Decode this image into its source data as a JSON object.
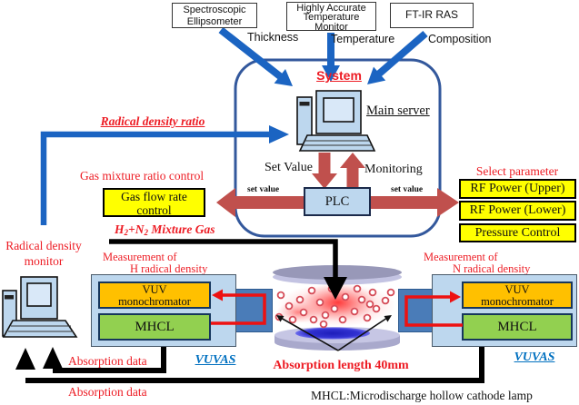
{
  "instruments": {
    "ellipsometer": {
      "line1": "Spectroscopic",
      "line2": "Ellipsometer",
      "output": "Thickness"
    },
    "temperature": {
      "line1": "Highly Accurate",
      "line2": "Temperature",
      "line3": "Monitor",
      "output": "Temperature"
    },
    "ftir": {
      "label": "FT-IR RAS",
      "output": "Composition"
    }
  },
  "system": {
    "title": "System",
    "main_server": "Main server",
    "set_value": "Set Value",
    "monitoring": "Monitoring",
    "set_value_small_left": "set value",
    "set_value_small_right": "set value",
    "plc": "PLC"
  },
  "feedback": {
    "label": "Radical density ratio"
  },
  "gas": {
    "heading": "Gas mixture ratio control",
    "flow_box_line1": "Gas flow rate",
    "flow_box_line2": "control",
    "mix_p1": "H",
    "mix_s1": "2",
    "mix_p2": "+N",
    "mix_s2": "2",
    "mix_p3": "Mixture Gas"
  },
  "select_parameter": {
    "heading": "Select parameter",
    "options": [
      "RF Power (Upper)",
      "RF Power (Lower)",
      "Pressure Control"
    ]
  },
  "monitor": {
    "line1": "Radical density",
    "line2": "monitor"
  },
  "left_unit": {
    "heading_line1": "Measurement of",
    "heading_line2": "H radical density",
    "vuv_line1": "VUV",
    "vuv_line2": "monochromator",
    "mhcl": "MHCL",
    "vuvas": "VUVAS"
  },
  "right_unit": {
    "heading_line1": "Measurement of",
    "heading_line2": "N radical density",
    "vuv_line1": "VUV",
    "vuv_line2": "monochromator",
    "mhcl": "MHCL",
    "vuvas": "VUVAS"
  },
  "chamber": {
    "absorption_length": "Absorption length 40mm"
  },
  "absorption": {
    "data_label_1": "Absorption data",
    "data_label_2": "Absorption data"
  },
  "caption": "MHCL:Microdischarge hollow cathode lamp",
  "colors": {
    "blue_arrow": "#1B64C2",
    "red_brown_arrow": "#C0504D",
    "accent_red": "#ED1C24",
    "yellow": "#FFFF00",
    "light_blue": "#BDD7EE",
    "steel_blue": "#4A7CB8",
    "orange": "#FFC000",
    "green": "#92D050",
    "vuvas_blue": "#0070C0",
    "border_navy": "#16365C",
    "rect_border": "#33589C"
  }
}
